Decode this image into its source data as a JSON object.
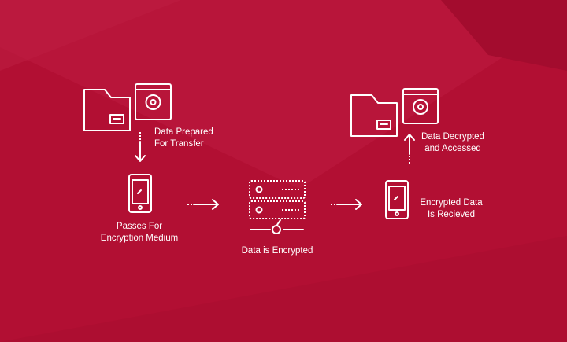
{
  "colors": {
    "background": "#b20f33",
    "foreground": "#ffffff"
  },
  "steps": [
    {
      "icon": "folder-settings-icon",
      "line1": "Data Prepared",
      "line2": "For Transfer"
    },
    {
      "icon": "smartphone-icon",
      "line1": "Passes For",
      "line2": "Encryption Medium"
    },
    {
      "icon": "server-icon",
      "line1": "Data is Encrypted"
    },
    {
      "icon": "smartphone-icon",
      "line1": "Encrypted Data",
      "line2": "Is Recieved"
    },
    {
      "icon": "folder-settings-icon",
      "line1": "Data Decrypted",
      "line2": "and Accessed"
    }
  ]
}
